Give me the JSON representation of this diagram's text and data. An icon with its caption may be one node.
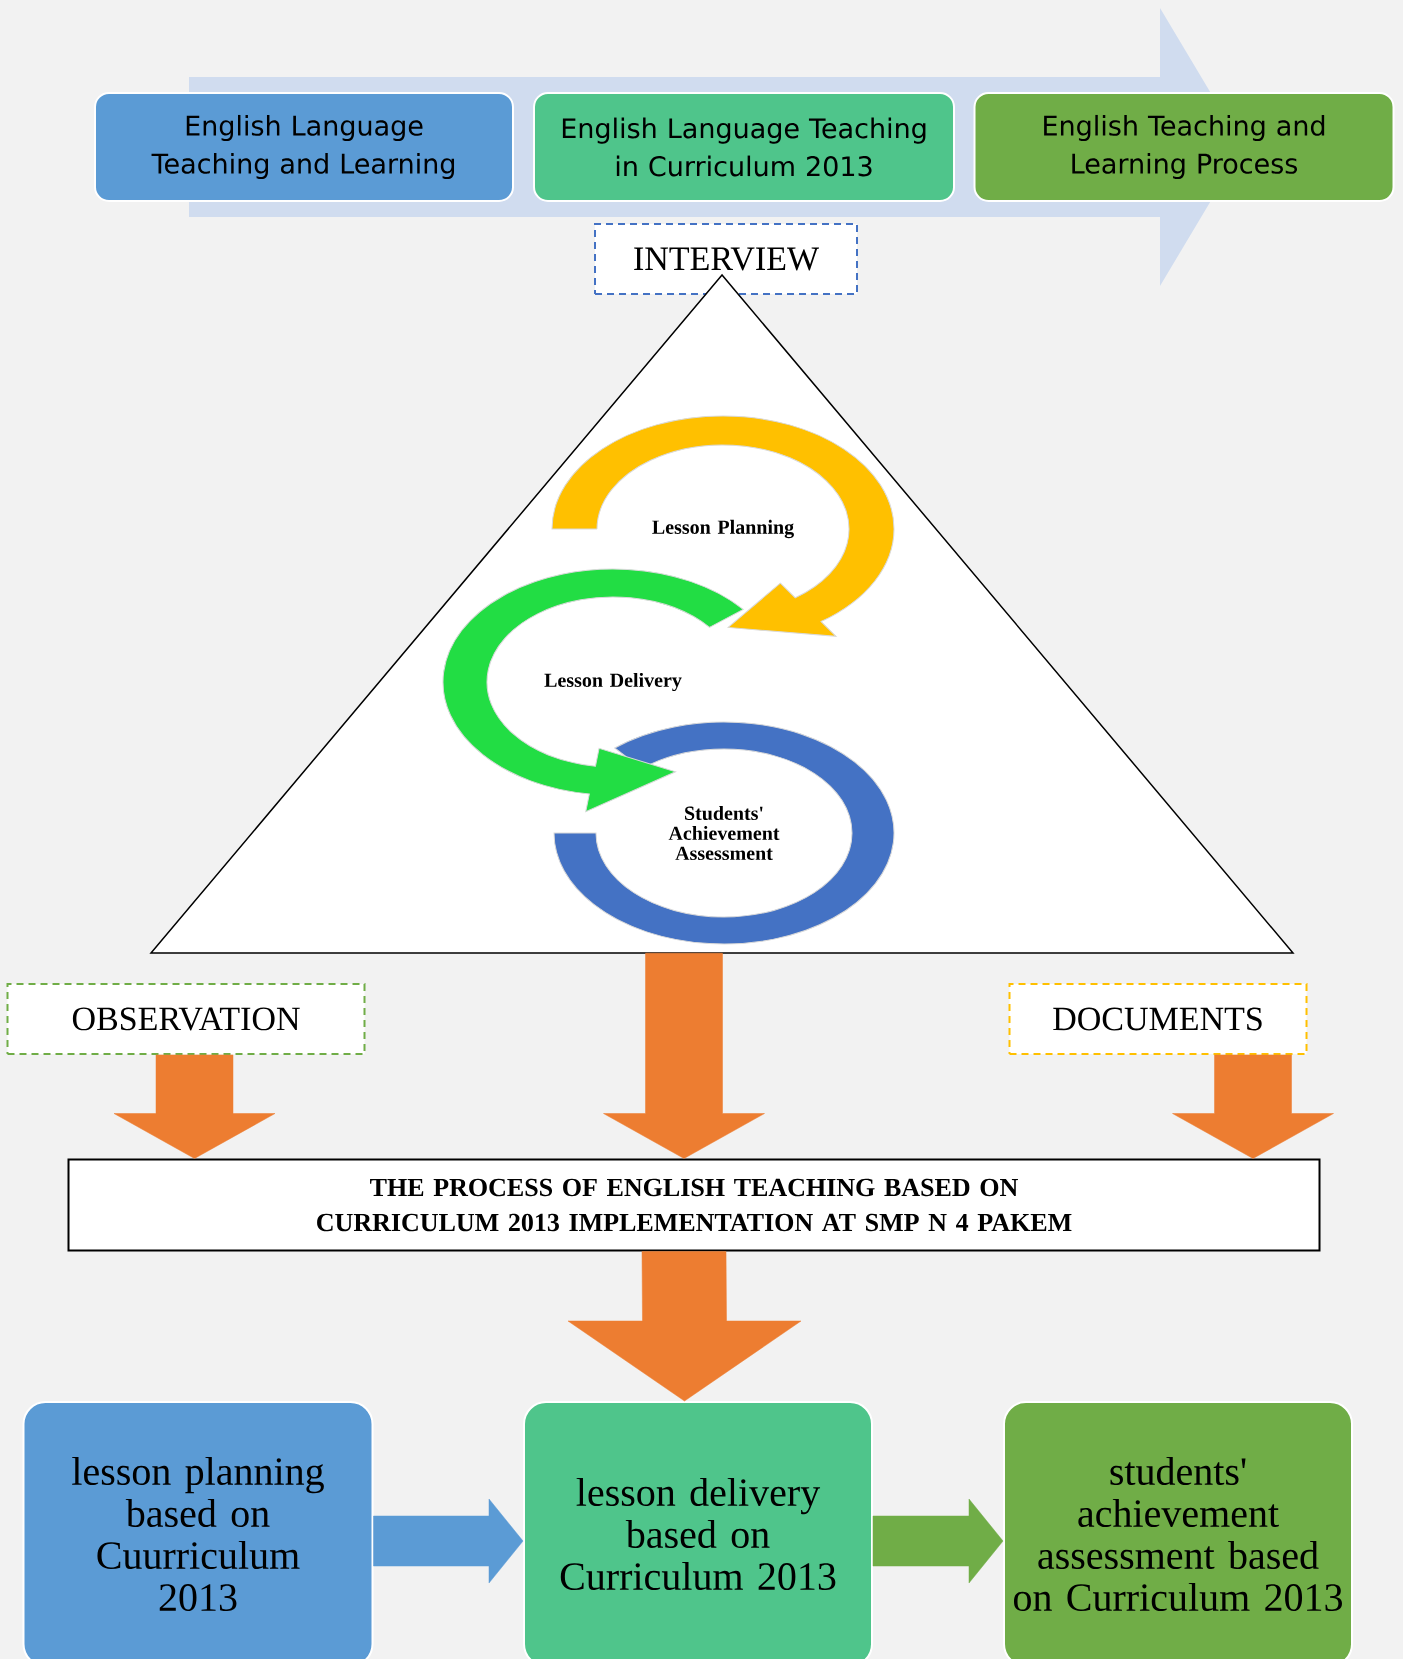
{
  "diagram": {
    "nodes": [
      {
        "text": [
          "English Language Teaching and Learning"
        ]
      },
      {
        "text": [
          "English Language Teaching in Curriculum 2013"
        ]
      },
      {
        "text": [
          "English Teaching and Learning Process"
        ]
      },
      {
        "text": [
          "INTERVIEW"
        ]
      },
      {
        "text": [],
        "shape": "triangle"
      },
      {
        "text": [
          "Lesson Planning"
        ],
        "in": 4
      },
      {
        "text": [
          "Lesson Delivery"
        ],
        "in": 4
      },
      {
        "text": [
          "Students' Achievement Assessment"
        ],
        "in": 4
      },
      {
        "text": [
          "OBSERVATION"
        ]
      },
      {
        "text": [
          "DOCUMENTS"
        ]
      },
      {
        "text": [
          "THE PROCESS OF ENGLISH TEACHING BASED ON CURRICULUM 2013 IMPLEMENTATION AT SMP N 4 PAKEM"
        ]
      },
      {
        "text": [
          "lesson planning based on Cuurriculum 2013"
        ]
      },
      {
        "text": [
          "lesson delivery based on Curriculum 2013"
        ]
      },
      {
        "text": [
          "students' achievement assessment based on Curriculum 2013"
        ]
      }
    ],
    "edges": [
      {
        "from": 8,
        "to": 10,
        "arrow": "to"
      },
      {
        "from": 4,
        "to": 10,
        "arrow": "to"
      },
      {
        "from": 9,
        "to": 10,
        "arrow": "to"
      },
      {
        "from": 10,
        "to": 12,
        "arrow": "to"
      },
      {
        "from": 11,
        "to": 12,
        "arrow": "to",
        "color": "#5b9bd5"
      },
      {
        "from": 12,
        "to": 13,
        "arrow": "to",
        "color": "#70ad47"
      },
      {
        "from": 5,
        "to": 6,
        "arrow": "to",
        "color": "#ffc000"
      },
      {
        "from": 6,
        "to": 7,
        "arrow": "to",
        "color": "#22dd44"
      }
    ]
  }
}
